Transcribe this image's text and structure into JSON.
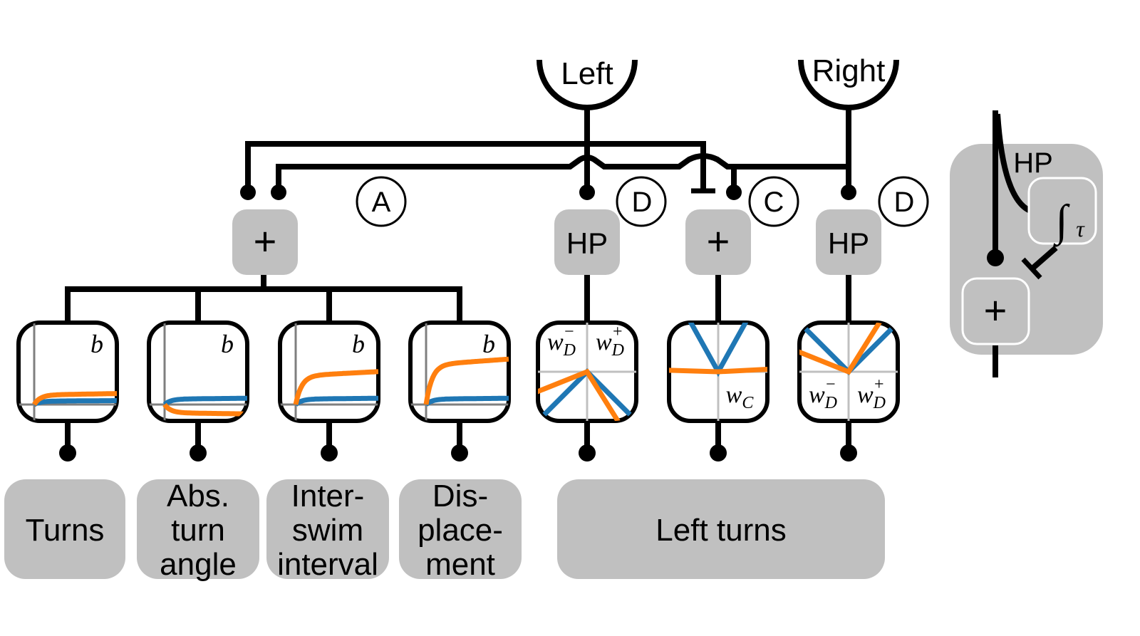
{
  "inputs": [
    {
      "id": "left",
      "label": "Left"
    },
    {
      "id": "right",
      "label": "Right"
    }
  ],
  "node_markers": {
    "A": "A",
    "C": "C",
    "D1": "D",
    "D2": "D"
  },
  "operators": {
    "sum_main": "+",
    "hp_left": "HP",
    "sum_c": "+",
    "hp_right": "HP"
  },
  "nonlinearity_plots": [
    {
      "id": "turns",
      "label": "b",
      "kind": "saturating"
    },
    {
      "id": "abs-turn-angle",
      "label": "b",
      "kind": "saturating"
    },
    {
      "id": "interswim-interval",
      "label": "b",
      "kind": "saturating"
    },
    {
      "id": "displacement",
      "label": "b",
      "kind": "saturating"
    },
    {
      "id": "left-turns-d-left",
      "label_minus": "w",
      "label_minus_sub": "D",
      "label_minus_sup": "−",
      "label_plus": "w",
      "label_plus_sub": "D",
      "label_plus_sup": "+",
      "kind": "piecewise"
    },
    {
      "id": "left-turns-c",
      "label": "w",
      "label_sub": "C",
      "kind": "piecewise"
    },
    {
      "id": "left-turns-d-right",
      "label_minus": "w",
      "label_minus_sub": "D",
      "label_minus_sup": "−",
      "label_plus": "w",
      "label_plus_sub": "D",
      "label_plus_sup": "+",
      "kind": "piecewise"
    }
  ],
  "outputs": [
    {
      "id": "turns",
      "lines": [
        "Turns"
      ]
    },
    {
      "id": "abs-turn-angle",
      "lines": [
        "Abs.",
        "turn",
        "angle"
      ]
    },
    {
      "id": "interswim-interval",
      "lines": [
        "Inter-",
        "swim",
        "interval"
      ]
    },
    {
      "id": "displacement",
      "lines": [
        "Dis-",
        "place-",
        "ment"
      ]
    },
    {
      "id": "left-turns",
      "lines": [
        "Left turns"
      ]
    }
  ],
  "hp_inset": {
    "title": "HP",
    "integrator_symbol": "∫",
    "integrator_var": "τ",
    "sum_symbol": "+"
  },
  "colors": {
    "orange": "#ff7f0e",
    "blue": "#1f77b4",
    "box_gray": "#c0c0c0"
  },
  "curves": {
    "turns": {
      "orange_asymptote": 0.14,
      "blue_asymptote": 0.05
    },
    "abs-turn-angle": {
      "orange_asymptote": -0.12,
      "blue_asymptote": 0.08
    },
    "interswim-interval": {
      "orange_asymptote": 0.42,
      "blue_asymptote": 0.08
    },
    "displacement": {
      "orange_asymptote": 0.58,
      "blue_asymptote": 0.08
    },
    "left-turns-d-left": {
      "orange": {
        "neg_slope": 0.4,
        "pos_slope": -1.6
      },
      "blue": {
        "neg_slope": 1.0,
        "pos_slope": -1.0
      }
    },
    "left-turns-c": {
      "orange": {
        "neg_slope": -0.03,
        "pos_slope": 0.05
      },
      "blue": {
        "neg_slope": -1.8,
        "pos_slope": 1.8
      }
    },
    "left-turns-d-right": {
      "orange": {
        "neg_slope": -0.4,
        "pos_slope": 1.6
      },
      "blue": {
        "neg_slope": -1.0,
        "pos_slope": 1.0
      }
    }
  }
}
